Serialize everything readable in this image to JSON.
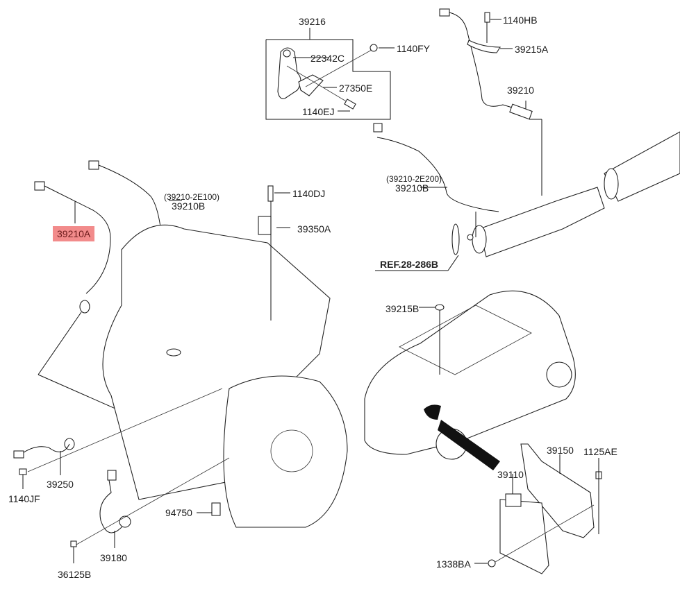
{
  "diagram": {
    "title": "Engine control / oxygen sensor parts diagram",
    "highlight_color": "#f28b8b",
    "labels": {
      "p39216": "39216",
      "p22342C": "22342C",
      "p1140FY": "1140FY",
      "p27350E": "27350E",
      "p1140EJ": "1140EJ",
      "p1140HB": "1140HB",
      "p39215A": "39215A",
      "p39210": "39210",
      "p39210B_rear_sub": "(39210-2E200)",
      "p39210B_rear": "39210B",
      "ref": "REF.28-286B",
      "p39210B_front_sub": "(39210-2E100)",
      "p39210B_front": "39210B",
      "p39210A": "39210A",
      "p1140DJ": "1140DJ",
      "p39350A": "39350A",
      "p39215B": "39215B",
      "p39250": "39250",
      "p1140JF": "1140JF",
      "p94750": "94750",
      "p39180": "39180",
      "p36125B": "36125B",
      "p39150": "39150",
      "p1125AE": "1125AE",
      "p39110": "39110",
      "p1338BA": "1338BA"
    },
    "highlighted_part": "39210A"
  }
}
